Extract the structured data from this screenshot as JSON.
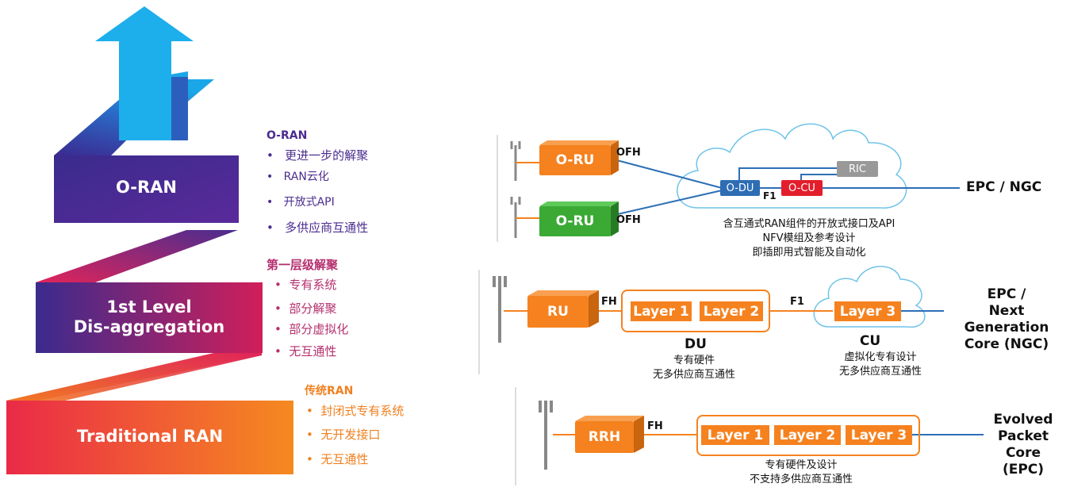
{
  "staircase": {
    "oran_label": "O-RAN",
    "level1_label_line1": "1st Level",
    "level1_label_line2": "Dis-aggregation",
    "traditional_label": "Traditional RAN"
  },
  "lists": {
    "oran": {
      "title": "O-RAN",
      "items": [
        "更进一步的解聚",
        "RAN云化",
        "开放式API",
        "多供应商互通性"
      ],
      "color": "#4b2c8f"
    },
    "level1": {
      "title": "第一层级解聚",
      "items": [
        "专有系统",
        "部分解聚",
        "部分虚拟化",
        "无互通性"
      ],
      "color": "#b5306e"
    },
    "traditional": {
      "title": "传统RAN",
      "items": [
        "封闭式专有系统",
        "无开发接口",
        "无互通性"
      ],
      "color": "#f08020"
    }
  },
  "diagram_top": {
    "oru1": "O-RU",
    "oru2": "O-RU",
    "ofh1": "OFH",
    "ofh2": "OFH",
    "odu": "O-DU",
    "ocu": "O-CU",
    "ric": "RIC",
    "f1": "F1",
    "core": "EPC / NGC",
    "captions": [
      "含互通式RAN组件的开放式接口及API",
      "NFV模组及参考设计",
      "即插即用式智能及自动化"
    ]
  },
  "diagram_mid": {
    "ru": "RU",
    "fh": "FH",
    "layer1": "Layer 1",
    "layer2": "Layer 2",
    "f1": "F1",
    "layer3": "Layer 3",
    "du": "DU",
    "cu": "CU",
    "du_captions": [
      "专有硬件",
      "无多供应商互通性"
    ],
    "cu_captions": [
      "虚拟化专有设计",
      "无多供应商互通性"
    ],
    "core_lines": [
      "EPC /",
      "Next Generation",
      "Core (NGC)"
    ]
  },
  "diagram_bottom": {
    "rrh": "RRH",
    "fh": "FH",
    "layer1": "Layer 1",
    "layer2": "Layer 2",
    "layer3": "Layer 3",
    "captions": [
      "专有硬件及设计",
      "不支持多供应商互通性"
    ],
    "core_lines": [
      "Evolved",
      "Packet Core",
      "(EPC)"
    ]
  },
  "colors": {
    "orange": "#f5821f",
    "green": "#3aaa35",
    "blue": "#2e6db4",
    "red": "#e31e2c",
    "gray": "#999999",
    "line_blue": "#2d6fb6",
    "cloud": "#6fc3e8"
  }
}
